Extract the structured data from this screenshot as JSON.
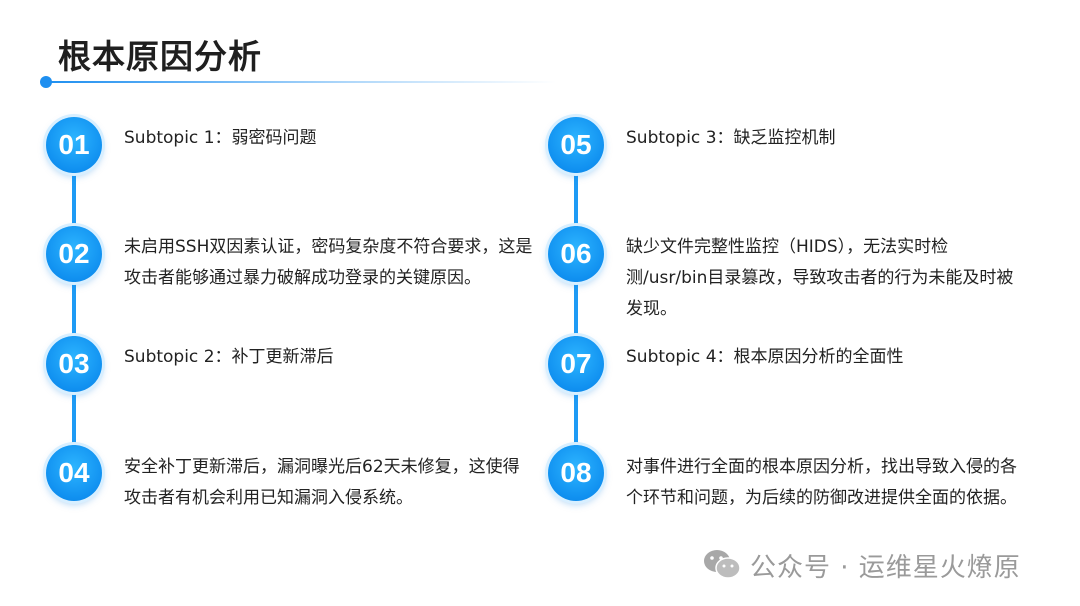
{
  "page": {
    "title": "根本原因分析",
    "accent_color": "#1e8ff0"
  },
  "left_items": [
    {
      "num": "01",
      "text": "Subtopic 1：弱密码问题"
    },
    {
      "num": "02",
      "text": "未启用SSH双因素认证，密码复杂度不符合要求，这是攻击者能够通过暴力破解成功登录的关键原因。"
    },
    {
      "num": "03",
      "text": "Subtopic 2：补丁更新滞后"
    },
    {
      "num": "04",
      "text": "安全补丁更新滞后，漏洞曝光后62天未修复，这使得攻击者有机会利用已知漏洞入侵系统。"
    }
  ],
  "right_items": [
    {
      "num": "05",
      "text": "Subtopic 3：缺乏监控机制"
    },
    {
      "num": "06",
      "text": "缺少文件完整性监控（HIDS），无法实时检测/usr/bin目录篡改，导致攻击者的行为未能及时被发现。"
    },
    {
      "num": "07",
      "text": "Subtopic 4：根本原因分析的全面性"
    },
    {
      "num": "08",
      "text": "对事件进行全面的根本原因分析，找出导致入侵的各个环节和问题，为后续的防御改进提供全面的依据。"
    }
  ],
  "watermark": {
    "text": "公众号 · 运维星火燎原",
    "icon": "wechat-icon"
  }
}
